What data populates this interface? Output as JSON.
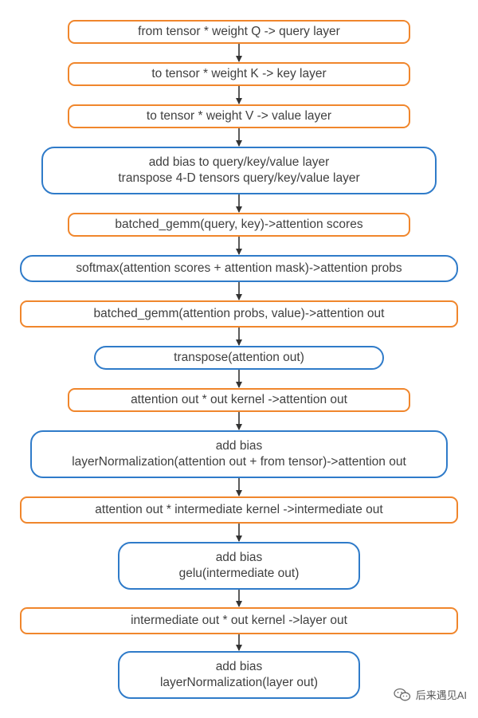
{
  "nodes": [
    {
      "id": "n1",
      "style": "orange",
      "lines": [
        "from tensor * weight Q -> query layer"
      ]
    },
    {
      "id": "n2",
      "style": "orange",
      "lines": [
        "to tensor * weight K -> key layer"
      ]
    },
    {
      "id": "n3",
      "style": "orange",
      "lines": [
        "to tensor * weight V -> value layer"
      ]
    },
    {
      "id": "n4",
      "style": "blue",
      "lines": [
        "add bias to query/key/value layer",
        "transpose 4-D tensors query/key/value layer"
      ]
    },
    {
      "id": "n5",
      "style": "orange",
      "lines": [
        "batched_gemm(query, key)->attention scores"
      ]
    },
    {
      "id": "n6",
      "style": "blue",
      "lines": [
        "softmax(attention scores + attention mask)->attention probs"
      ]
    },
    {
      "id": "n7",
      "style": "orange",
      "lines": [
        "batched_gemm(attention probs, value)->attention out"
      ]
    },
    {
      "id": "n8",
      "style": "blue",
      "lines": [
        "transpose(attention out)"
      ]
    },
    {
      "id": "n9",
      "style": "orange",
      "lines": [
        "attention out * out kernel ->attention out"
      ]
    },
    {
      "id": "n10",
      "style": "blue",
      "lines": [
        "add bias",
        "layerNormalization(attention out + from tensor)->attention out"
      ]
    },
    {
      "id": "n11",
      "style": "orange",
      "lines": [
        "attention out * intermediate kernel ->intermediate out"
      ]
    },
    {
      "id": "n12",
      "style": "blue",
      "lines": [
        "add bias",
        "gelu(intermediate out)"
      ]
    },
    {
      "id": "n13",
      "style": "orange",
      "lines": [
        "intermediate out * out kernel ->layer out"
      ]
    },
    {
      "id": "n14",
      "style": "blue",
      "lines": [
        "add bias",
        "layerNormalization(layer out)"
      ]
    }
  ],
  "colors": {
    "orange_border": "#f0862c",
    "blue_border": "#2f7bc9",
    "arrow": "#333333",
    "text": "#404040"
  },
  "watermark": {
    "icon": "wechat-icon",
    "text": "后来遇见AI"
  }
}
